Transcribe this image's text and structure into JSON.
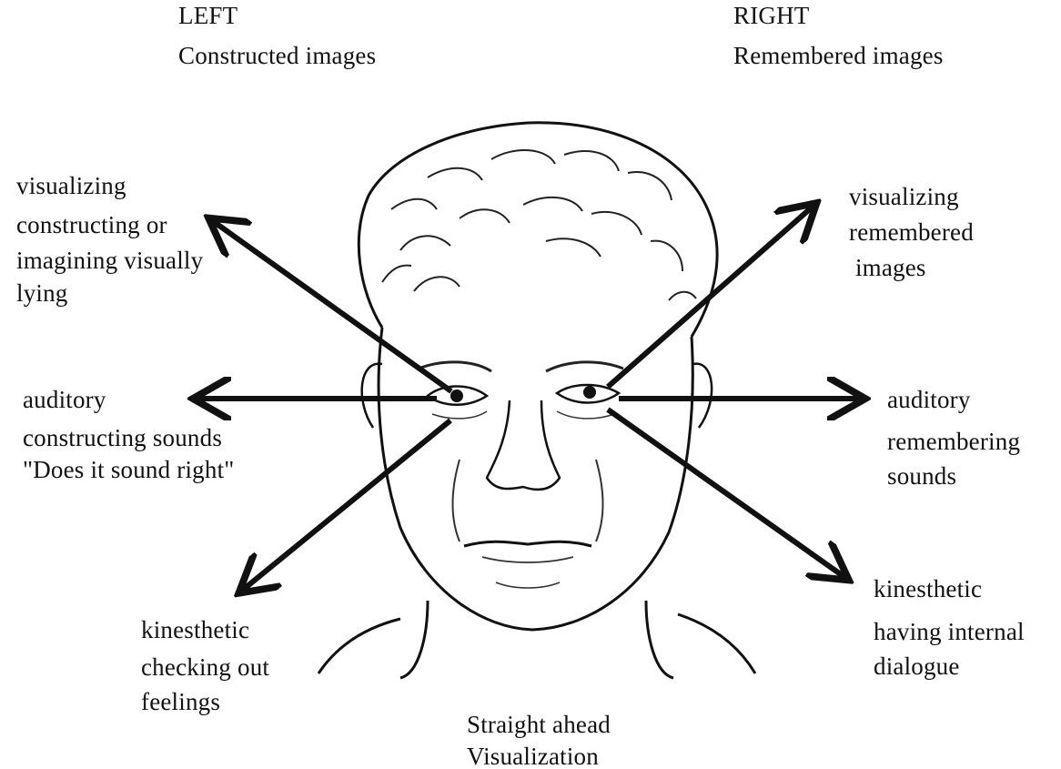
{
  "header": {
    "left": {
      "side": "LEFT",
      "caption": "Constructed images"
    },
    "right": {
      "side": "RIGHT",
      "caption": "Remembered images"
    }
  },
  "labels": {
    "upper_left": [
      "visualizing",
      "constructing or",
      "imagining visually",
      "lying"
    ],
    "upper_right": [
      "visualizing",
      "remembered",
      " images"
    ],
    "mid_left": [
      "auditory",
      "constructing sounds",
      "\"Does it sound right\""
    ],
    "mid_right": [
      "auditory",
      "remembering",
      "sounds"
    ],
    "lower_left": [
      "kinesthetic",
      "checking out",
      "feelings"
    ],
    "lower_right": [
      "kinesthetic",
      "having internal",
      "dialogue"
    ],
    "bottom": [
      "Straight ahead",
      "Visualization"
    ]
  },
  "colors": {
    "ink": "#111111",
    "background": "#ffffff"
  }
}
